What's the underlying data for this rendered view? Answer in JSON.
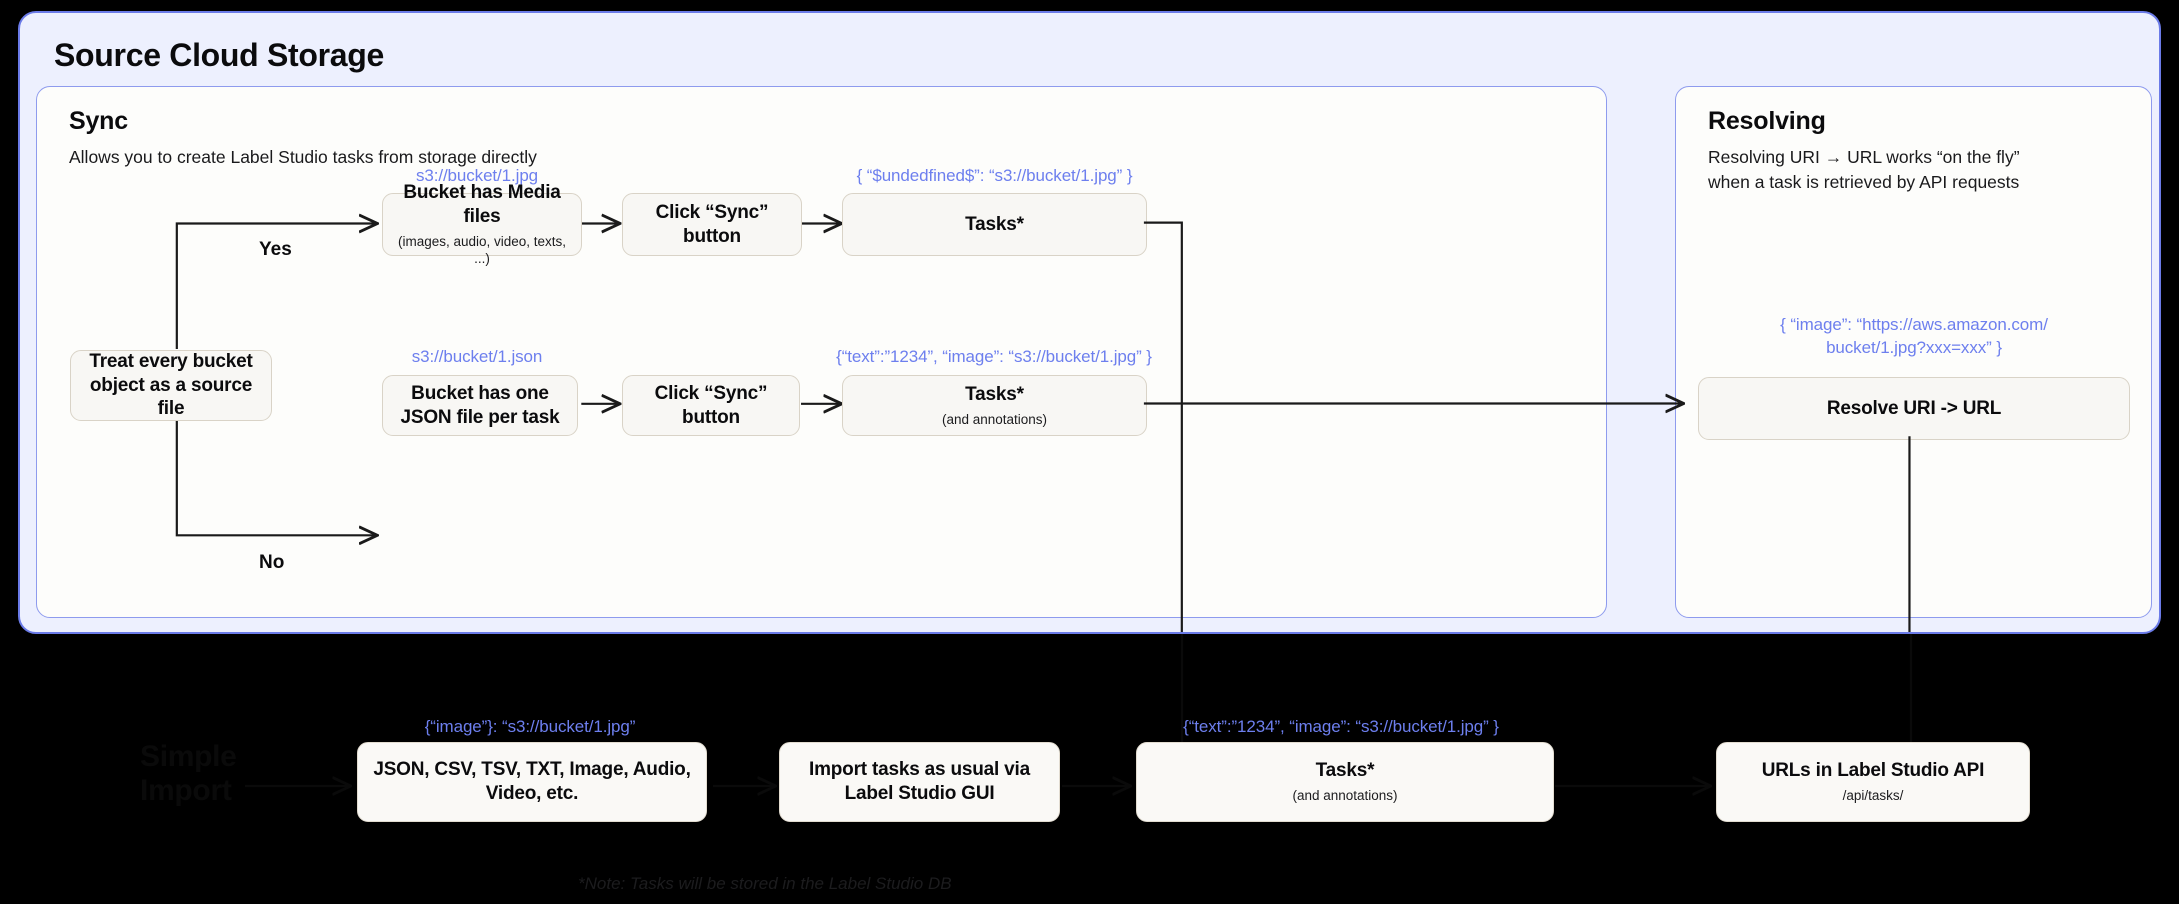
{
  "diagram": {
    "outer": {
      "title": "Source Cloud Storage"
    },
    "sync_panel": {
      "title": "Sync",
      "subtitle": "Allows you to create Label Studio tasks from storage directly",
      "decision": {
        "label": "Treat every bucket\nobject as a source file",
        "yes_label": "Yes",
        "no_label": "No"
      },
      "branch_yes": {
        "annotation_source": "s3://bucket/1.jpg",
        "node1_title": "Bucket has Media files",
        "node1_sub": "(images, audio, video, texts, ...)",
        "node2_title": "Click “Sync” button",
        "annotation_result": "{ “$undedfined$”: “s3://bucket/1.jpg” }",
        "node3_title": "Tasks*"
      },
      "branch_no": {
        "annotation_source": "s3://bucket/1.json",
        "node1_title": "Bucket has one JSON\nfile per task",
        "node2_title": "Click “Sync” button",
        "annotation_result": "{“text”:”1234”,  “image”: “s3://bucket/1.jpg” }",
        "node3_title": "Tasks*",
        "node3_sub": "(and annotations)"
      }
    },
    "resolving_panel": {
      "title": "Resolving",
      "subtitle": "Resolving URI → URL works “on the fly”\nwhen a task is retrieved by API requests",
      "annotation": "{ “image”: “https://aws.amazon.com/\nbucket/1.jpg?xxx=xxx” }",
      "node_title": "Resolve URI -> URL"
    },
    "bottom_row": {
      "watermark": "Simple\nImport",
      "item1": {
        "annotation": "{“image”}: “s3://bucket/1.jpg”",
        "title": "JSON, CSV, TSV, TXT, Image,\nAudio, Video, etc."
      },
      "item2": {
        "title": "Import tasks as usual\nvia Label Studio GUI"
      },
      "item3": {
        "annotation": "{“text”:”1234”,  “image”: “s3://bucket/1.jpg” }",
        "title": "Tasks*",
        "sub": "(and annotations)"
      },
      "item4": {
        "title": "URLs in Label Studio API",
        "sub": "/api/tasks/"
      },
      "note": "*Note: Tasks will be stored in the Label Studio DB"
    },
    "colors": {
      "canvas_bg": "#000000",
      "outer_panel_bg": "#EDF0FE",
      "outer_panel_border": "#6B7BE8",
      "inner_panel_bg": "#FDFDFB",
      "inner_panel_border": "#8E9BEE",
      "node_bg": "#F8F7F4",
      "node_border": "#D9D3C7",
      "annotation_blue": "#6D7FEE",
      "text_dark": "#0B0B0D",
      "connector": "#1A1A1A"
    }
  }
}
